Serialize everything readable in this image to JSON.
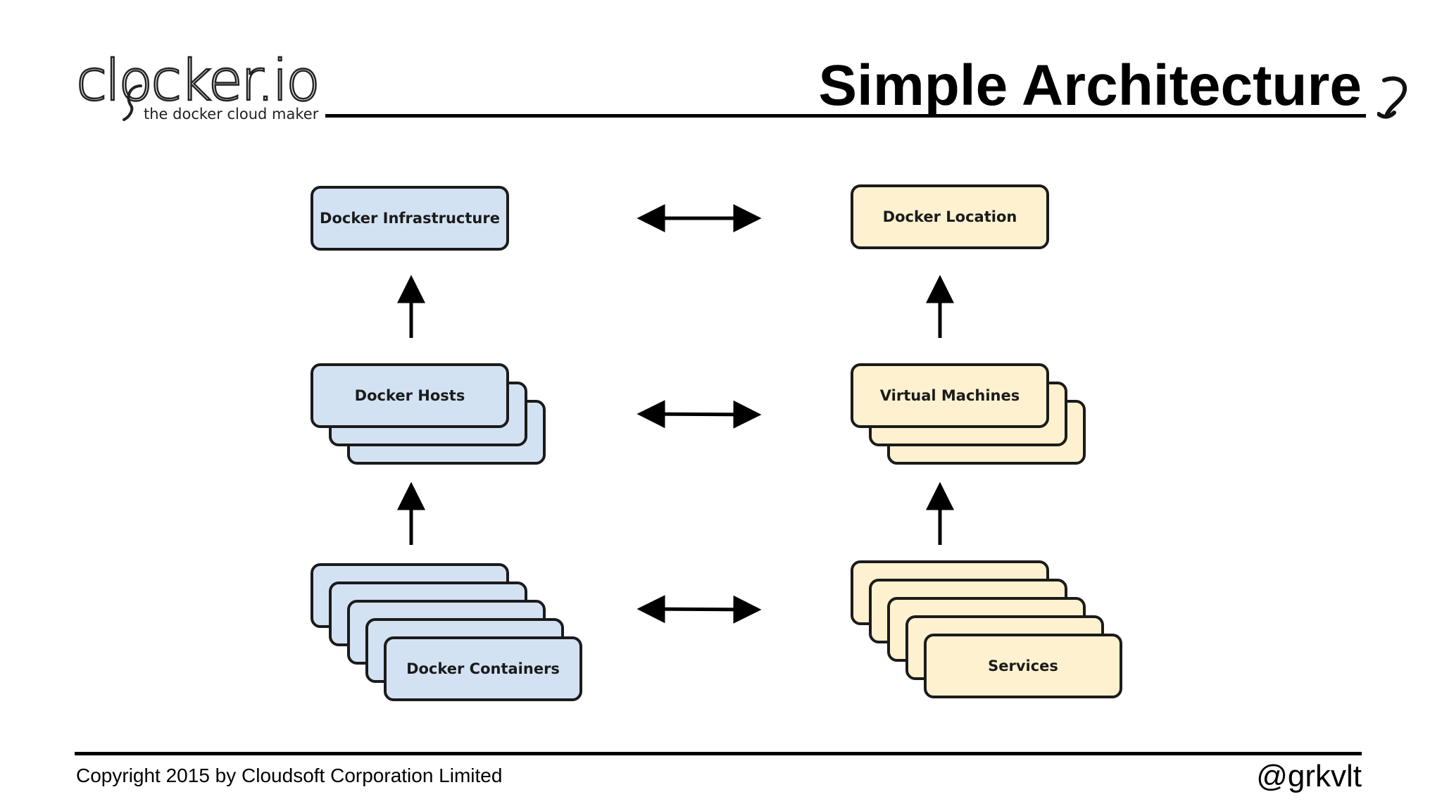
{
  "header": {
    "logo_text": "clocker.io",
    "logo_tagline": "the docker cloud maker",
    "title": "Simple Architecture"
  },
  "diagram": {
    "left_column": {
      "top": "Docker Infrastructure",
      "middle": "Docker Hosts",
      "bottom": "Docker Containers"
    },
    "right_column": {
      "top": "Docker Location",
      "middle": "Virtual Machines",
      "bottom": "Services"
    }
  },
  "colors": {
    "left_fill": "#d3e2f3",
    "right_fill": "#fdf1cf",
    "stroke": "#1b1b1b"
  },
  "footer": {
    "copyright": "Copyright 2015 by Cloudsoft Corporation Limited",
    "handle": "@grkvlt"
  }
}
